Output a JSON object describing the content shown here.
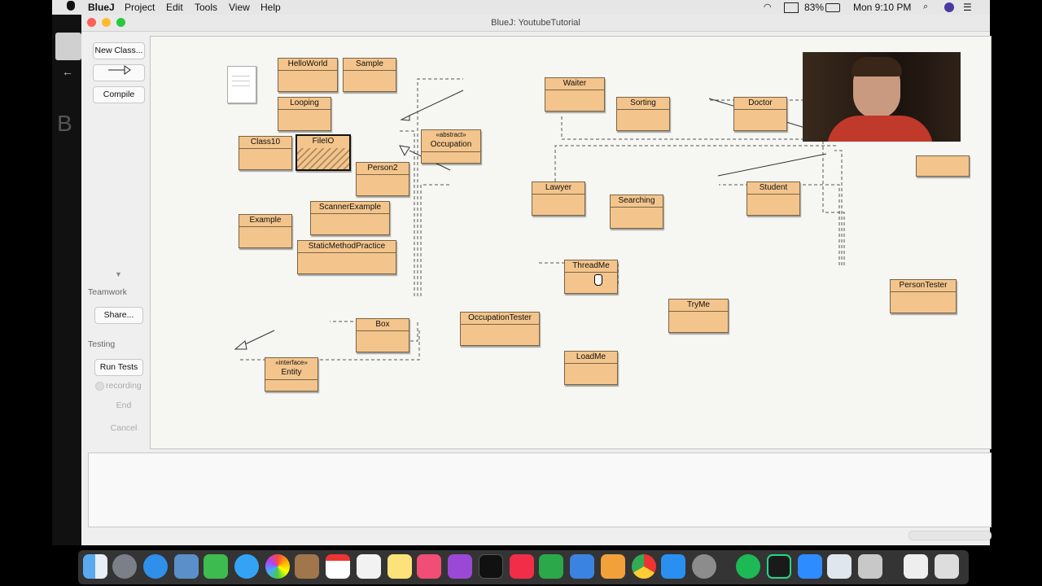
{
  "menubar": {
    "app": "BlueJ",
    "items": [
      "Project",
      "Edit",
      "Tools",
      "View",
      "Help"
    ],
    "battery": "83%",
    "clock": "Mon 9:10 PM"
  },
  "window": {
    "title": "BlueJ:  YoutubeTutorial"
  },
  "sidebar": {
    "new_class": "New Class...",
    "compile": "Compile",
    "teamwork_label": "Teamwork",
    "share": "Share...",
    "testing_label": "Testing",
    "run_tests": "Run Tests",
    "recording": "recording",
    "end": "End",
    "cancel": "Cancel"
  },
  "classes": {
    "helloworld": "HelloWorld",
    "sample": "Sample",
    "looping": "Looping",
    "class10": "Class10",
    "fileio": "FileIO",
    "person2": "Person2",
    "scannerexample": "ScannerExample",
    "example": "Example",
    "staticmethodpractice": "StaticMethodPractice",
    "occupation_stereotype": "«abstract»",
    "occupation": "Occupation",
    "waiter": "Waiter",
    "lawyer": "Lawyer",
    "sorting": "Sorting",
    "searching": "Searching",
    "doctor": "Doctor",
    "student": "Student",
    "threadme": "ThreadMe",
    "tryme": "TryMe",
    "loadme": "LoadMe",
    "occupationtester": "OccupationTester",
    "box": "Box",
    "entity_stereotype": "«interface»",
    "entity": "Entity",
    "persontester": "PersonTester"
  },
  "colors": {
    "class_fill": "#f3c58c",
    "canvas_bg": "#f6f6f2"
  }
}
